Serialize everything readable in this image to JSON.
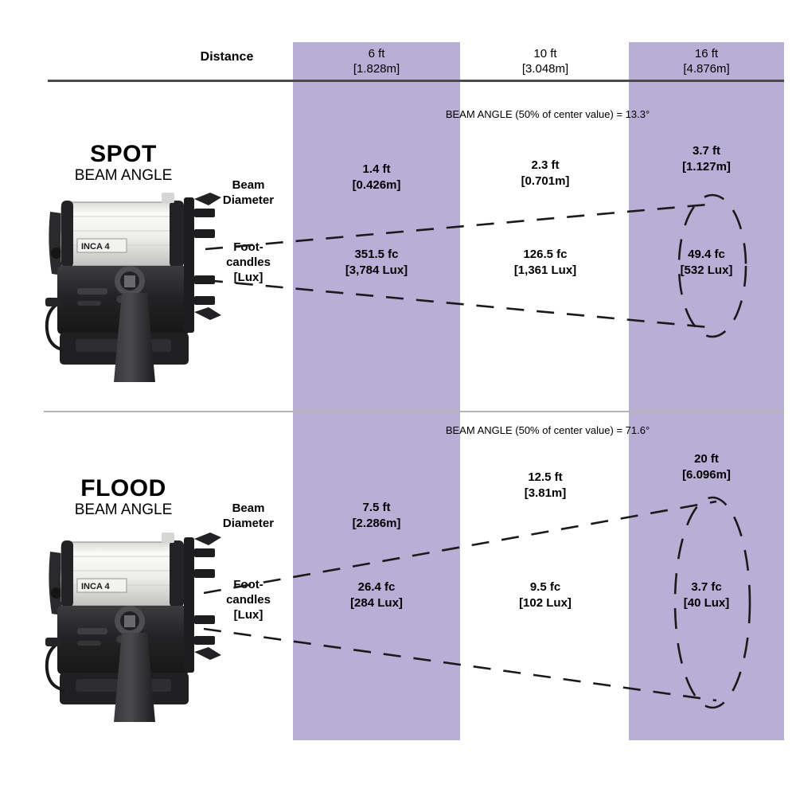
{
  "header": {
    "distance_label": "Distance",
    "columns": [
      {
        "ft": "6 ft",
        "m": "[1.828m]",
        "highlighted": true
      },
      {
        "ft": "10 ft",
        "m": "[3.048m]",
        "highlighted": false
      },
      {
        "ft": "16 ft",
        "m": "[4.876m]",
        "highlighted": true
      }
    ],
    "col_1": "6 ft\n[1.828m]",
    "col_2": "10 ft\n[3.048m]",
    "col_3": "16 ft\n[4.876m]"
  },
  "row_labels": {
    "beam_diameter": "Beam\nDiameter",
    "footcandles": "Foot-\ncandles\n[Lux]"
  },
  "sections": {
    "spot": {
      "title": "SPOT",
      "subtitle": "BEAM ANGLE",
      "beam_angle_note": "BEAM ANGLE (50% of center value) = 13.3°",
      "beam_angle_deg": 13.3,
      "beam_diameter": {
        "c1": "1.4 ft\n[0.426m]",
        "c2": "2.3 ft\n[0.701m]",
        "c3": "3.7 ft\n[1.127m]"
      },
      "footcandles": {
        "c1": "351.5 fc\n[3,784 Lux]",
        "c2": "126.5 fc\n[1,361 Lux]",
        "c3": "49.4 fc\n[532 Lux]"
      }
    },
    "flood": {
      "title": "FLOOD",
      "subtitle": "BEAM ANGLE",
      "beam_angle_note": "BEAM ANGLE (50% of center value) = 71.6°",
      "beam_angle_deg": 71.6,
      "beam_diameter": {
        "c1": "7.5 ft\n[2.286m]",
        "c2": "12.5 ft\n[3.81m]",
        "c3": "20 ft\n[6.096m]"
      },
      "footcandles": {
        "c1": "26.4 fc\n[284 Lux]",
        "c2": "9.5 fc\n[102 Lux]",
        "c3": "3.7 fc\n[40 Lux]"
      }
    }
  },
  "fixture": {
    "model_label": "INCA 4"
  },
  "colors": {
    "band": "#b8aed6",
    "header_rule": "#4a4a4a",
    "divider_rule": "#b5b5b5",
    "text": "#000000",
    "background": "#ffffff"
  },
  "chart_data": {
    "type": "table",
    "title": "Photometric performance — beam diameter and illuminance vs. distance",
    "categories": [
      "6 ft [1.828m]",
      "10 ft [3.048m]",
      "16 ft [4.876m]"
    ],
    "x": [
      6,
      10,
      16
    ],
    "xlabel": "Distance",
    "series": [
      {
        "name": "SPOT beam diameter (ft)",
        "values": [
          1.4,
          2.3,
          3.7
        ]
      },
      {
        "name": "SPOT beam diameter (m)",
        "values": [
          0.426,
          0.701,
          1.127
        ]
      },
      {
        "name": "SPOT footcandles (fc)",
        "values": [
          351.5,
          126.5,
          49.4
        ]
      },
      {
        "name": "SPOT illuminance (Lux)",
        "values": [
          3784,
          1361,
          532
        ]
      },
      {
        "name": "FLOOD beam diameter (ft)",
        "values": [
          7.5,
          12.5,
          20
        ]
      },
      {
        "name": "FLOOD beam diameter (m)",
        "values": [
          2.286,
          3.81,
          6.096
        ]
      },
      {
        "name": "FLOOD footcandles (fc)",
        "values": [
          26.4,
          9.5,
          3.7
        ]
      },
      {
        "name": "FLOOD illuminance (Lux)",
        "values": [
          284,
          102,
          40
        ]
      }
    ],
    "annotations": [
      "SPOT BEAM ANGLE (50% of center value) = 13.3°",
      "FLOOD BEAM ANGLE (50% of center value) = 71.6°"
    ],
    "legend": "none",
    "grid": false
  }
}
